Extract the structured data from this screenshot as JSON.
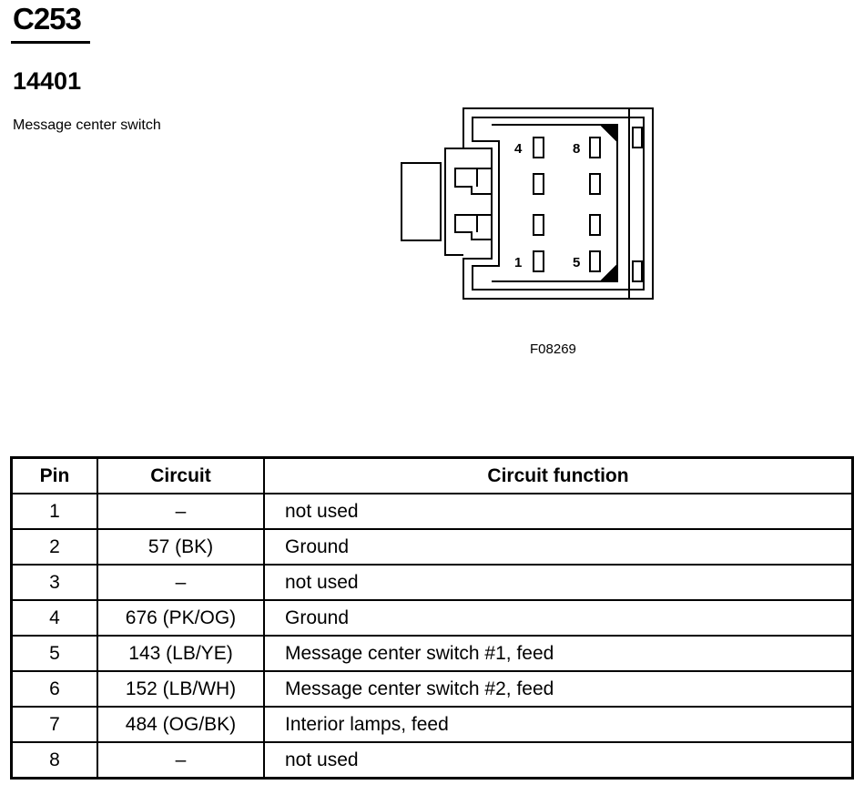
{
  "header": {
    "connector_id": "C253",
    "part_number": "14401",
    "description": "Message center switch"
  },
  "diagram": {
    "figure_code": "F08269",
    "pin_labels": [
      "4",
      "8",
      "1",
      "5"
    ]
  },
  "table": {
    "headers": [
      "Pin",
      "Circuit",
      "Circuit function"
    ],
    "rows": [
      {
        "pin": "1",
        "circuit": "–",
        "function": "not used"
      },
      {
        "pin": "2",
        "circuit": "57 (BK)",
        "function": "Ground"
      },
      {
        "pin": "3",
        "circuit": "–",
        "function": "not used"
      },
      {
        "pin": "4",
        "circuit": "676 (PK/OG)",
        "function": "Ground"
      },
      {
        "pin": "5",
        "circuit": "143 (LB/YE)",
        "function": "Message center switch #1, feed"
      },
      {
        "pin": "6",
        "circuit": "152 (LB/WH)",
        "function": "Message center switch #2, feed"
      },
      {
        "pin": "7",
        "circuit": "484 (OG/BK)",
        "function": "Interior lamps, feed"
      },
      {
        "pin": "8",
        "circuit": "–",
        "function": "not used"
      }
    ]
  }
}
